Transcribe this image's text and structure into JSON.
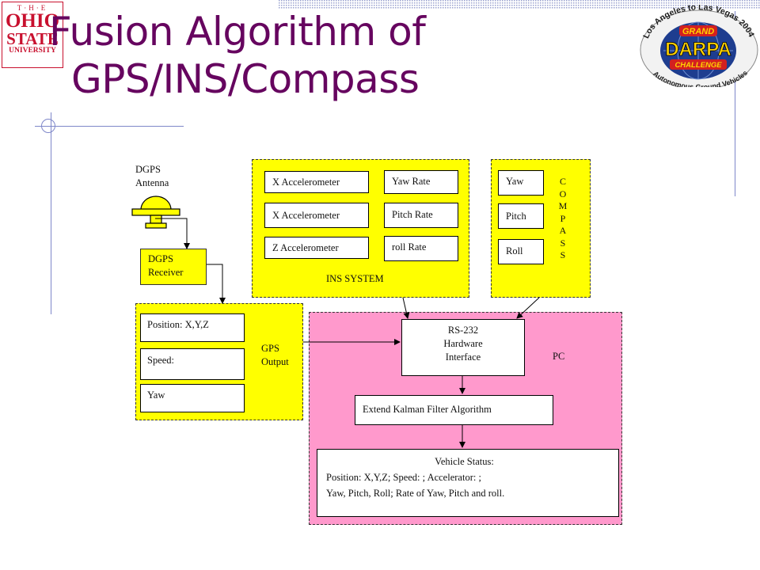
{
  "slide": {
    "title_line1": "Fusion Algorithm of",
    "title_line2": "GPS/INS/Compass"
  },
  "logos": {
    "osu": {
      "top": "T·H·E",
      "line1": "OHIO",
      "line2": "STATE",
      "line3": "UNIVERSITY",
      "color": "#c8102e"
    },
    "darpa": {
      "arc_top": "Los Angeles to Las Vegas 2004",
      "grand": "GRAND",
      "darpa": "DARPA",
      "challenge": "CHALLENGE",
      "arc_bottom": "Autonomous Ground Vehicles"
    }
  },
  "diagram": {
    "dgps_antenna_line1": "DGPS",
    "dgps_antenna_line2": "Antenna",
    "dgps_receiver_line1": "DGPS",
    "dgps_receiver_line2": "Receiver",
    "ins": {
      "label": "INS SYSTEM",
      "accels": [
        "X Accelerometer",
        "X Accelerometer",
        "Z Accelerometer"
      ],
      "rates": [
        "Yaw Rate",
        "Pitch Rate",
        "roll Rate"
      ]
    },
    "compass": {
      "letters": [
        "C",
        "O",
        "M",
        "P",
        "A",
        "S",
        "S"
      ],
      "items": [
        "Yaw",
        "Pitch",
        "Roll"
      ]
    },
    "gps_output": {
      "label_line1": "GPS",
      "label_line2": "Output",
      "items": [
        "Position: X,Y,Z",
        "Speed:",
        "Yaw"
      ]
    },
    "pc": {
      "label": "PC",
      "rs232_line1": "RS-232",
      "rs232_line2": "Hardware",
      "rs232_line3": "Interface",
      "ekf": "Extend Kalman Filter Algorithm",
      "status_title": "Vehicle Status:",
      "status_line1": "Position: X,Y,Z; Speed: ; Accelerator: ;",
      "status_line2": "Yaw, Pitch, Roll; Rate of Yaw, Pitch and roll."
    }
  },
  "colors": {
    "title": "#66055f",
    "ins_fill": "#ffff00",
    "pc_fill": "#ff99cc",
    "accent_line": "#7e87c9"
  }
}
